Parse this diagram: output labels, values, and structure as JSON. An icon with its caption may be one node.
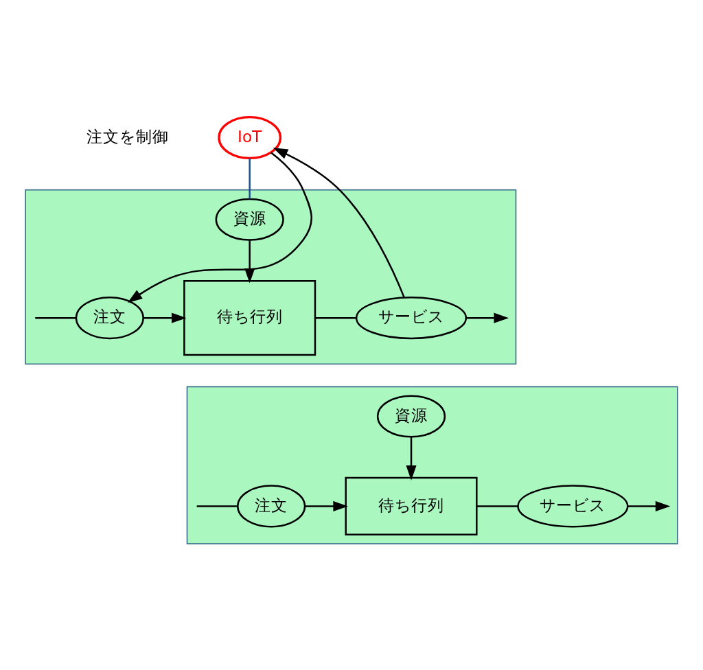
{
  "diagram": {
    "nodes": [
      {
        "text": [
          "IoT"
        ]
      },
      {
        "text": [],
        "shape": "box"
      },
      {
        "text": [
          "資源"
        ],
        "in": 1
      },
      {
        "text": [
          "注文"
        ],
        "in": 1
      },
      {
        "text": [
          "待ち行列"
        ],
        "in": 1
      },
      {
        "text": [
          "サービス"
        ],
        "in": 1
      },
      {
        "text": [],
        "shape": "box"
      },
      {
        "text": [
          "資源"
        ],
        "in": 6
      },
      {
        "text": [
          "注文"
        ],
        "in": 6
      },
      {
        "text": [
          "待ち行列"
        ],
        "in": 6
      },
      {
        "text": [
          "サービス"
        ],
        "in": 6
      }
    ],
    "edges": [
      {
        "from": 0,
        "to": 3,
        "arrow": "to"
      },
      {
        "from": 5,
        "to": 0,
        "arrow": "to"
      },
      {
        "from": 0,
        "to": 2,
        "arrow": "none",
        "color": "#1f4e8c"
      },
      {
        "from": 2,
        "to": 4,
        "arrow": "to"
      },
      {
        "from": null,
        "to": 3,
        "arrow": "none"
      },
      {
        "from": 3,
        "to": 4,
        "arrow": "to"
      },
      {
        "from": 4,
        "to": 5,
        "arrow": "none"
      },
      {
        "from": 5,
        "to": null,
        "arrow": "to"
      },
      {
        "from": 7,
        "to": 9,
        "arrow": "to"
      },
      {
        "from": null,
        "to": 8,
        "arrow": "none"
      },
      {
        "from": 8,
        "to": 9,
        "arrow": "to"
      },
      {
        "from": 9,
        "to": 10,
        "arrow": "none"
      },
      {
        "from": 10,
        "to": null,
        "arrow": "to"
      }
    ],
    "labels": [
      "注文を制御"
    ]
  }
}
